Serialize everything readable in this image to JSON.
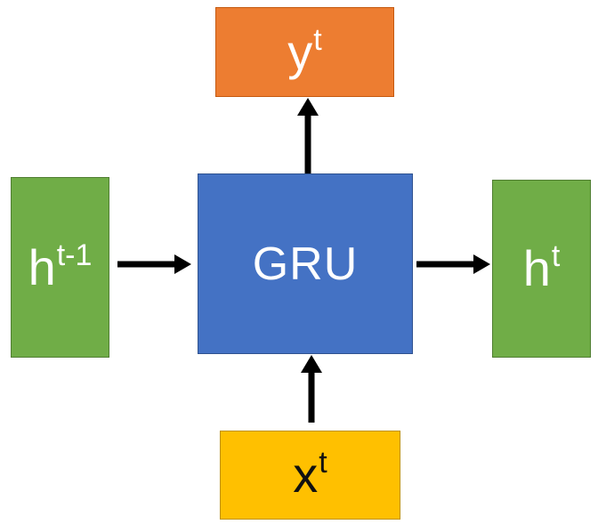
{
  "diagram": {
    "title": "GRU cell",
    "nodes": {
      "output": {
        "base": "y",
        "superscript": "t",
        "fill": "#ED7D31"
      },
      "cell": {
        "label": "GRU",
        "fill": "#4472C4"
      },
      "prev_hidden": {
        "base": "h",
        "superscript": "t-1",
        "fill": "#70AD47"
      },
      "next_hidden": {
        "base": "h",
        "superscript": "t",
        "fill": "#70AD47"
      },
      "input": {
        "base": "x",
        "superscript": "t",
        "fill": "#FFC000"
      }
    },
    "edges": [
      {
        "from": "prev_hidden",
        "to": "cell"
      },
      {
        "from": "cell",
        "to": "next_hidden"
      },
      {
        "from": "input",
        "to": "cell"
      },
      {
        "from": "cell",
        "to": "output"
      }
    ],
    "arrow_color": "#000000"
  }
}
